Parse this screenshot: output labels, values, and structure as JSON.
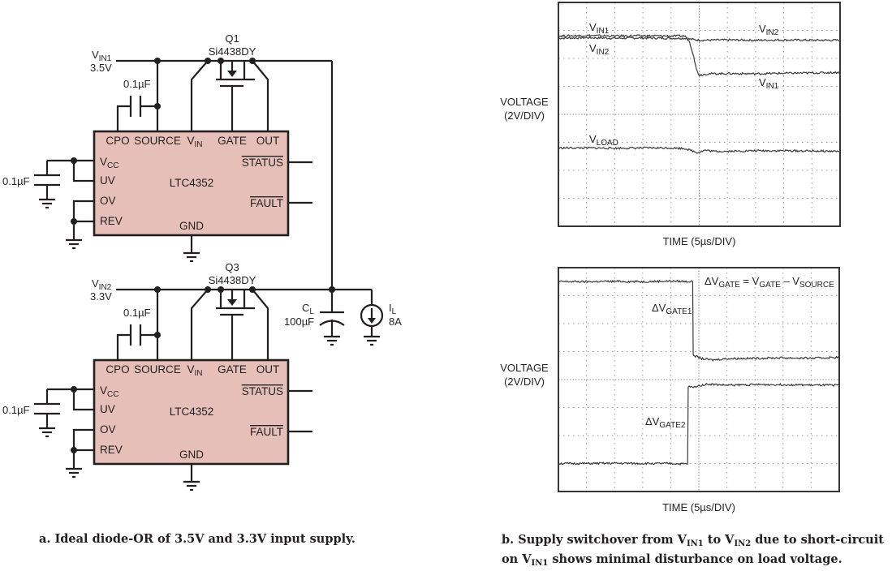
{
  "schematic": {
    "circuits": [
      {
        "input_label": "V",
        "input_sub": "IN1",
        "input_voltage": "3.5V",
        "mosfet_ref": "Q1",
        "mosfet_part": "Si4438DY",
        "cpo_cap": "0.1µF",
        "vcc_cap": "0.1µF",
        "ic_name": "LTC4352",
        "pins_top": [
          "CPO",
          "SOURCE",
          "V",
          "GATE",
          "OUT"
        ],
        "pin_vin_sub": "IN",
        "pins_left": [
          {
            "main": "V",
            "sub": "CC"
          },
          {
            "main": "UV",
            "sub": ""
          },
          {
            "main": "OV",
            "sub": ""
          },
          {
            "main": "REV",
            "sub": ""
          }
        ],
        "pins_right": [
          "STATUS",
          "FAULT"
        ],
        "pin_bottom": "GND"
      },
      {
        "input_label": "V",
        "input_sub": "IN2",
        "input_voltage": "3.3V",
        "mosfet_ref": "Q3",
        "mosfet_part": "Si4438DY",
        "cpo_cap": "0.1µF",
        "vcc_cap": "0.1µF",
        "ic_name": "LTC4352",
        "pins_top": [
          "CPO",
          "SOURCE",
          "V",
          "GATE",
          "OUT"
        ],
        "pin_vin_sub": "IN",
        "pins_left": [
          {
            "main": "V",
            "sub": "CC"
          },
          {
            "main": "UV",
            "sub": ""
          },
          {
            "main": "OV",
            "sub": ""
          },
          {
            "main": "REV",
            "sub": ""
          }
        ],
        "pins_right": [
          "STATUS",
          "FAULT"
        ],
        "pin_bottom": "GND"
      }
    ],
    "load_cap": {
      "label": "C",
      "sub": "L",
      "value": "100µF"
    },
    "load_current": {
      "label": "I",
      "sub": "L",
      "value": "8A"
    },
    "ic_fill_color": "#e6bfb9"
  },
  "captions": {
    "a": "a. Ideal diode-OR of 3.5V and 3.3V input supply.",
    "b_line1_pre": "b. Supply switchover from V",
    "b_sub1": "IN1",
    "b_mid": " to V",
    "b_sub2": "IN2",
    "b_line1_post": " due to short-circuit",
    "b_line2_pre": "on V",
    "b_sub3": "IN1",
    "b_line2_post": " shows minimal disturbance on load voltage."
  },
  "chart_data": [
    {
      "type": "line",
      "title": "",
      "ylabel": "VOLTAGE",
      "ylabel_unit": "(2V/DIV)",
      "xlabel": "TIME (5µs/DIV)",
      "x_divisions": 10,
      "y_divisions": 8,
      "xlim_div": [
        0,
        10
      ],
      "ylim_div": [
        0,
        8
      ],
      "volts_per_div": 2,
      "time_per_div_us": 5,
      "grid": true,
      "series": [
        {
          "name": "VIN2",
          "label_main": "V",
          "label_sub": "IN2",
          "x": [
            0,
            1,
            2,
            3,
            4,
            4.5,
            4.6,
            5,
            6,
            7,
            8,
            9,
            10
          ],
          "y": [
            6.72,
            6.74,
            6.72,
            6.73,
            6.72,
            6.72,
            6.7,
            6.65,
            6.66,
            6.65,
            6.66,
            6.65,
            6.65
          ]
        },
        {
          "name": "VIN1",
          "label_main": "V",
          "label_sub": "IN1",
          "x": [
            0,
            1,
            2,
            3,
            4,
            4.5,
            4.65,
            4.8,
            4.9,
            5.0,
            5.3,
            6,
            7,
            8,
            9,
            10
          ],
          "y": [
            6.8,
            6.82,
            6.8,
            6.81,
            6.8,
            6.8,
            6.6,
            6.1,
            5.6,
            5.4,
            5.45,
            5.46,
            5.45,
            5.47,
            5.48,
            5.5
          ]
        },
        {
          "name": "VLOAD",
          "label_main": "V",
          "label_sub": "LOAD",
          "x": [
            0,
            1,
            2,
            3,
            4,
            4.5,
            4.8,
            4.95,
            5.2,
            5.5,
            6,
            7,
            8,
            9,
            10
          ],
          "y": [
            2.8,
            2.8,
            2.79,
            2.8,
            2.8,
            2.78,
            2.68,
            2.63,
            2.72,
            2.68,
            2.68,
            2.7,
            2.7,
            2.69,
            2.68
          ]
        }
      ]
    },
    {
      "type": "line",
      "title": "",
      "annotation": {
        "lead": "ΔV",
        "s1": "GATE",
        "eq": " = V",
        "s2": "GATE",
        "minus": " – V",
        "s3": "SOURCE"
      },
      "ylabel": "VOLTAGE",
      "ylabel_unit": "(2V/DIV)",
      "xlabel": "TIME (5µs/DIV)",
      "x_divisions": 10,
      "y_divisions": 8,
      "xlim_div": [
        0,
        10
      ],
      "ylim_div": [
        0,
        8
      ],
      "volts_per_div": 2,
      "time_per_div_us": 5,
      "grid": true,
      "series": [
        {
          "name": "ΔVGATE1",
          "label_main": "ΔV",
          "label_sub": "GATE1",
          "x": [
            0,
            1,
            2,
            3,
            4,
            4.78,
            4.8,
            4.85,
            5.1,
            5.5,
            6,
            7,
            8,
            9,
            10
          ],
          "y": [
            7.5,
            7.5,
            7.51,
            7.5,
            7.52,
            7.5,
            4.9,
            4.85,
            4.75,
            4.7,
            4.75,
            4.76,
            4.78,
            4.76,
            4.8
          ]
        },
        {
          "name": "ΔVGATE2",
          "label_main": "ΔV",
          "label_sub": "GATE2",
          "x": [
            0,
            1,
            2,
            3,
            4,
            4.6,
            4.62,
            4.8,
            5.0,
            5.3,
            6,
            7,
            8,
            9,
            10
          ],
          "y": [
            1.0,
            1.0,
            1.01,
            1.0,
            1.0,
            0.98,
            3.75,
            3.72,
            3.78,
            3.84,
            3.8,
            3.82,
            3.82,
            3.8,
            3.8
          ]
        }
      ]
    }
  ]
}
